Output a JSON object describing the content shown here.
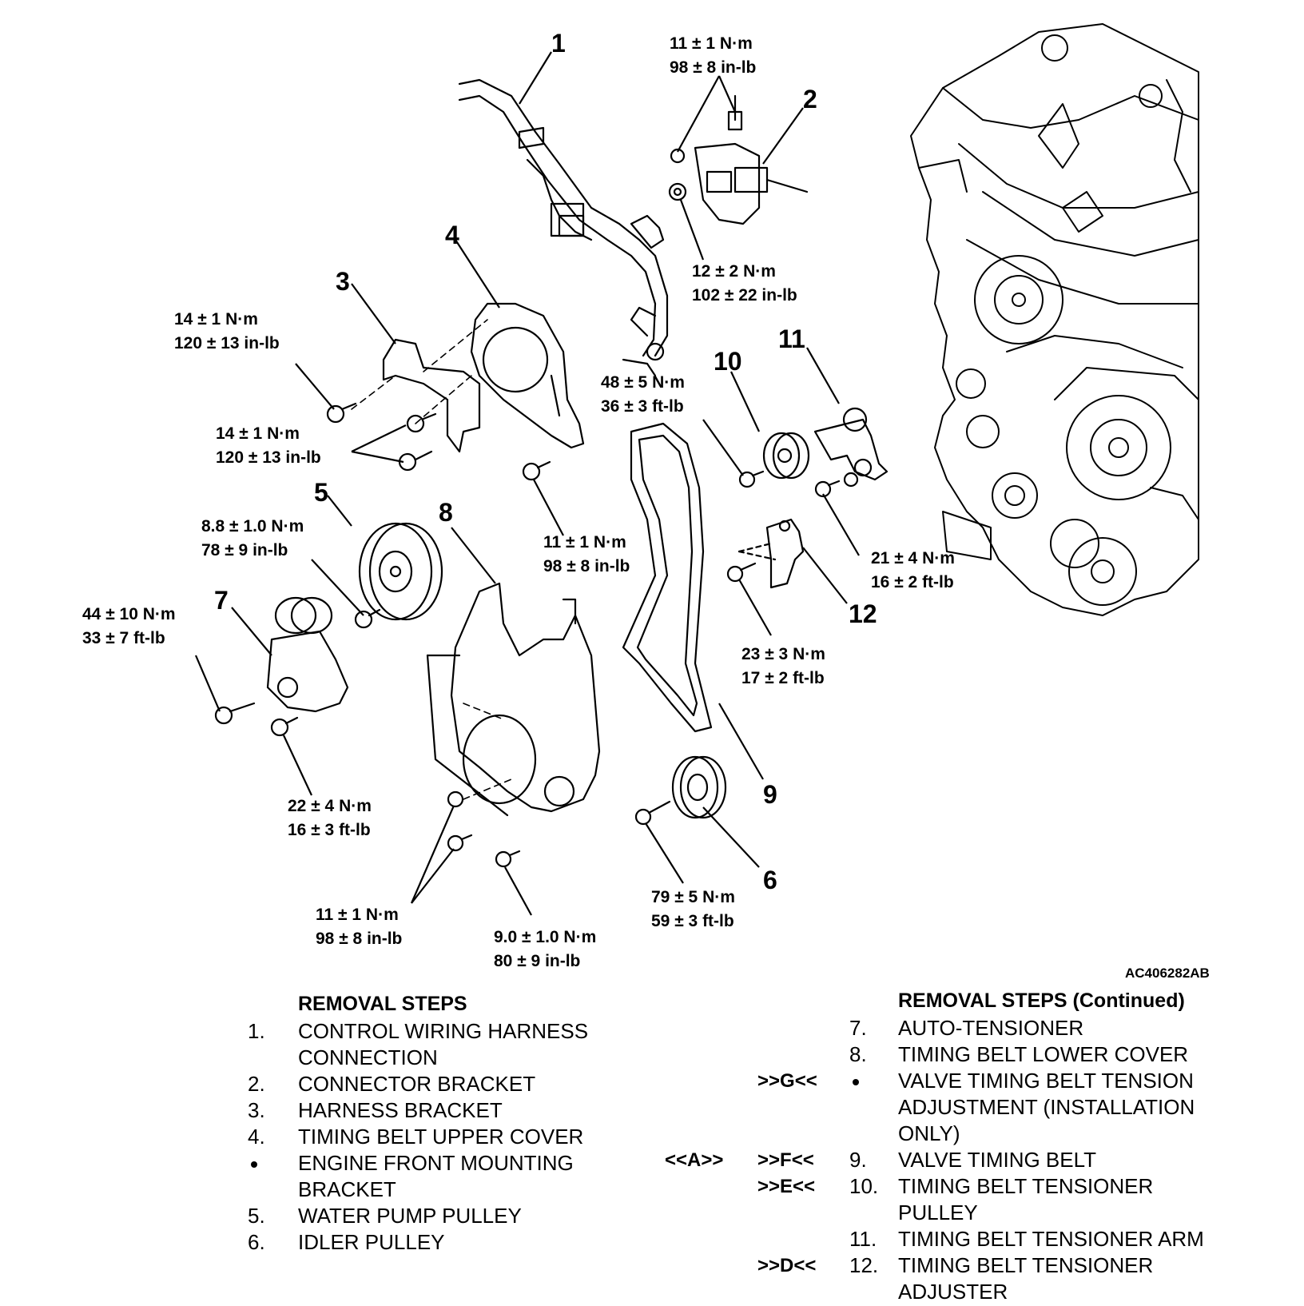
{
  "figure_code": "AC406282AB",
  "callouts": [
    "1",
    "2",
    "3",
    "4",
    "5",
    "6",
    "7",
    "8",
    "9",
    "10",
    "11",
    "12"
  ],
  "torque_specs": {
    "t_2top": [
      "11 ± 1 N·m",
      "98 ± 8 in-lb"
    ],
    "t_2mid": [
      "12 ± 2 N·m",
      "102 ± 22 in-lb"
    ],
    "t_3": [
      "14 ± 1 N·m",
      "120 ± 13 in-lb"
    ],
    "t_4": [
      "14 ± 1 N·m",
      "120 ± 13 in-lb"
    ],
    "t_4low": [
      "11 ± 1 N·m",
      "98 ± 8 in-lb"
    ],
    "t_5": [
      "8.8 ± 1.0 N·m",
      "78 ± 9 in-lb"
    ],
    "t_7": [
      "44 ± 10 N·m",
      "33 ± 7 ft-lb"
    ],
    "t_7low": [
      "22 ± 4 N·m",
      "16 ± 3 ft-lb"
    ],
    "t_8low": [
      "11 ± 1 N·m",
      "98 ± 8 in-lb"
    ],
    "t_8low2": [
      "9.0 ± 1.0 N·m",
      "80 ± 9 in-lb"
    ],
    "t_10": [
      "48 ± 5 N·m",
      "36 ± 3 ft-lb"
    ],
    "t_11": [
      "21 ± 4 N·m",
      "16 ± 2 ft-lb"
    ],
    "t_12": [
      "23 ± 3 N·m",
      "17 ± 2 ft-lb"
    ],
    "t_6": [
      "79 ± 5 N·m",
      "59 ± 3 ft-lb"
    ]
  },
  "removal_steps": {
    "title": "REMOVAL STEPS",
    "items": [
      {
        "num": "1.",
        "lines": [
          "CONTROL WIRING HARNESS",
          "CONNECTION"
        ]
      },
      {
        "num": "2.",
        "lines": [
          "CONNECTOR BRACKET"
        ]
      },
      {
        "num": "3.",
        "lines": [
          "HARNESS BRACKET"
        ]
      },
      {
        "num": "4.",
        "lines": [
          "TIMING BELT UPPER COVER"
        ]
      },
      {
        "num": "",
        "bullet": true,
        "lines": [
          "ENGINE FRONT MOUNTING",
          "BRACKET"
        ]
      },
      {
        "num": "5.",
        "lines": [
          "WATER PUMP PULLEY"
        ]
      },
      {
        "num": "6.",
        "lines": [
          "IDLER PULLEY"
        ]
      }
    ]
  },
  "removal_steps_continued": {
    "title": "REMOVAL STEPS (Continued)",
    "items": [
      {
        "num": "7.",
        "ref1": "",
        "ref2": "",
        "lines": [
          "AUTO-TENSIONER"
        ]
      },
      {
        "num": "8.",
        "ref1": "",
        "ref2": "",
        "lines": [
          "TIMING BELT LOWER COVER"
        ]
      },
      {
        "num": "",
        "bullet": true,
        "ref1": "",
        "ref2": ">>G<<",
        "lines": [
          "VALVE TIMING BELT TENSION",
          "ADJUSTMENT (INSTALLATION",
          "ONLY)"
        ]
      },
      {
        "num": "9.",
        "ref1": "<<A>>",
        "ref2": ">>F<<",
        "lines": [
          "VALVE TIMING BELT"
        ]
      },
      {
        "num": "10.",
        "ref1": "",
        "ref2": ">>E<<",
        "lines": [
          "TIMING BELT TENSIONER",
          "PULLEY"
        ]
      },
      {
        "num": "11.",
        "ref1": "",
        "ref2": "",
        "lines": [
          "TIMING BELT TENSIONER ARM"
        ]
      },
      {
        "num": "12.",
        "ref1": "",
        "ref2": ">>D<<",
        "lines": [
          "TIMING BELT TENSIONER",
          "ADJUSTER"
        ]
      }
    ]
  }
}
